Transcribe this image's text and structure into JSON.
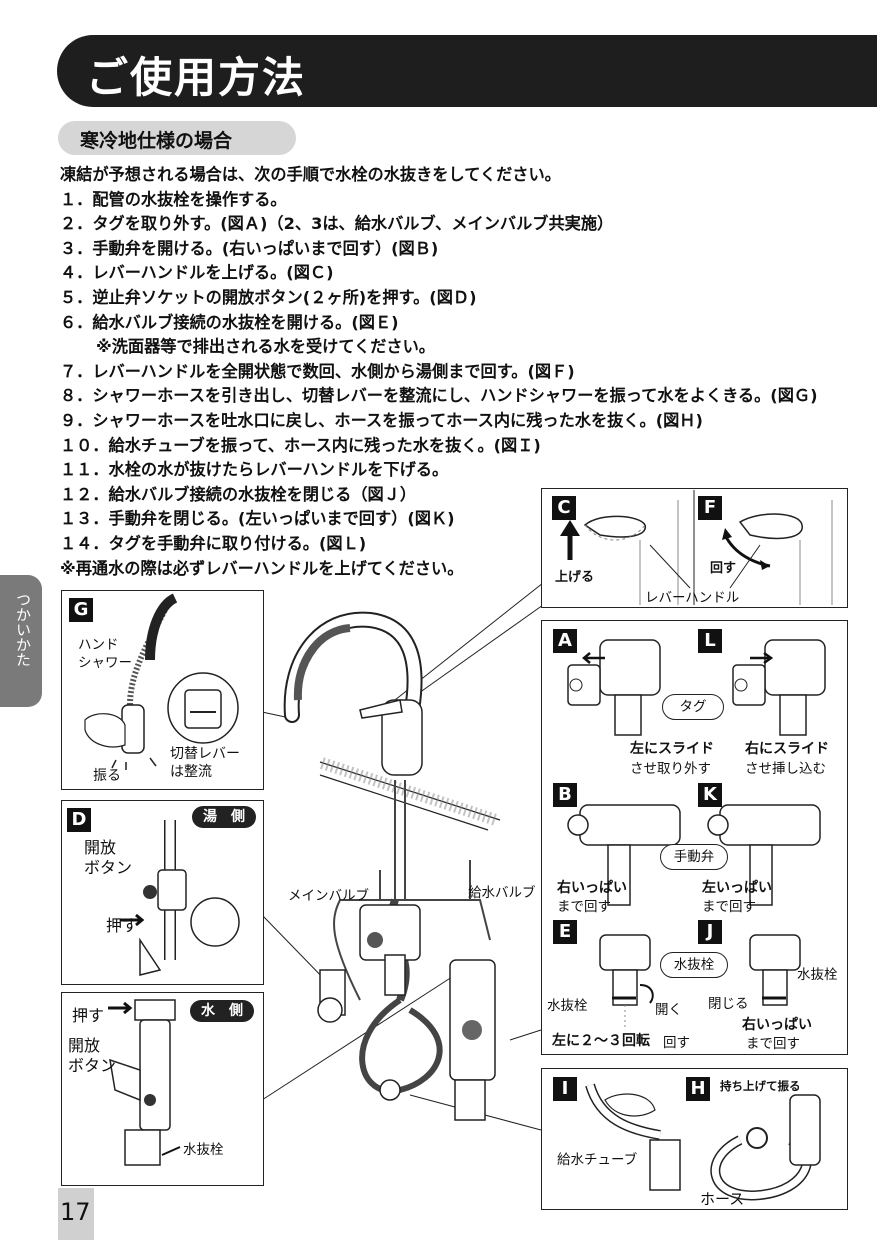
{
  "header": {
    "title": "ご使用方法"
  },
  "section": {
    "title": "寒冷地仕様の場合"
  },
  "instructions": [
    "凍結が予想される場合は、次の手順で水栓の水抜きをしてください。",
    "１．配管の水抜栓を操作する。",
    "２．タグを取り外す。(図Ａ)（2、3は、給水バルブ、メインバルブ共実施）",
    "３．手動弁を開ける。(右いっぱいまで回す）(図Ｂ)",
    "４．レバーハンドルを上げる。(図Ｃ)",
    "５．逆止弁ソケットの開放ボタン(２ヶ所)を押す。(図Ｄ)",
    "６．給水バルブ接続の水抜栓を開ける。(図Ｅ)",
    "※洗面器等で排出される水を受けてください。",
    "７．レバーハンドルを全開状態で数回、水側から湯側まで回す。(図Ｆ)",
    "８．シャワーホースを引き出し、切替レバーを整流にし、ハンドシャワーを振って水をよくきる。(図Ｇ)",
    "９．シャワーホースを吐水口に戻し、ホースを振ってホース内に残った水を抜く。(図Ｈ)",
    "１０．給水チューブを振って、ホース内に残った水を抜く。(図Ｉ)",
    "１１．水栓の水が抜けたらレバーハンドルを下げる。",
    "１２．給水バルブ接続の水抜栓を閉じる（図Ｊ）",
    "１３．手動弁を閉じる。(左いっぱいまで回す）(図Ｋ)",
    "１４．タグを手動弁に取り付ける。(図Ｌ)",
    "※再通水の際は必ずレバーハンドルを上げてください。"
  ],
  "side_tab": {
    "label": "つかいかた"
  },
  "page_number": "17",
  "figures": {
    "C": {
      "letter": "C",
      "caption": "上げる"
    },
    "F": {
      "letter": "F",
      "caption": "回す"
    },
    "lever_caption": "レバーハンドル",
    "G": {
      "letter": "G",
      "hand_shower": "ハンド\nシャワー",
      "shake": "振る",
      "switch_lever": "切替レバー\nは整流"
    },
    "D": {
      "letter": "D",
      "hot_side": "湯　側",
      "release_button": "開放\nボタン",
      "push": "押す"
    },
    "water_side": {
      "label": "水　側",
      "push": "押す",
      "release_button": "開放\nボタン",
      "drain_plug": "水抜栓"
    },
    "main_valve": "メインバルブ",
    "supply_valve": "給水バルブ",
    "A": {
      "letter": "A",
      "line1": "左にスライド",
      "line2": "させ取り外す"
    },
    "L": {
      "letter": "L",
      "line1": "右にスライド",
      "line2": "させ挿し込む"
    },
    "tag": "タグ",
    "B": {
      "letter": "B",
      "line1": "右いっぱい",
      "line2": "まで回す"
    },
    "K": {
      "letter": "K",
      "line1": "左いっぱい",
      "line2": "まで回す"
    },
    "manual_valve": "手動弁",
    "E": {
      "letter": "E",
      "drain_plug": "水抜栓",
      "open": "開く",
      "turn_prefix": "左に２〜３回転",
      "turn_suffix": "回す"
    },
    "J": {
      "letter": "J",
      "drain_plug": "水抜栓",
      "close": "閉じる",
      "line1": "右いっぱい",
      "line2": "まで回す"
    },
    "drain_plug_oval": "水抜栓",
    "I": {
      "letter": "I",
      "supply_tube": "給水チューブ"
    },
    "H": {
      "letter": "H",
      "lift_shake": "持ち上げて振る",
      "hose": "ホース"
    }
  }
}
